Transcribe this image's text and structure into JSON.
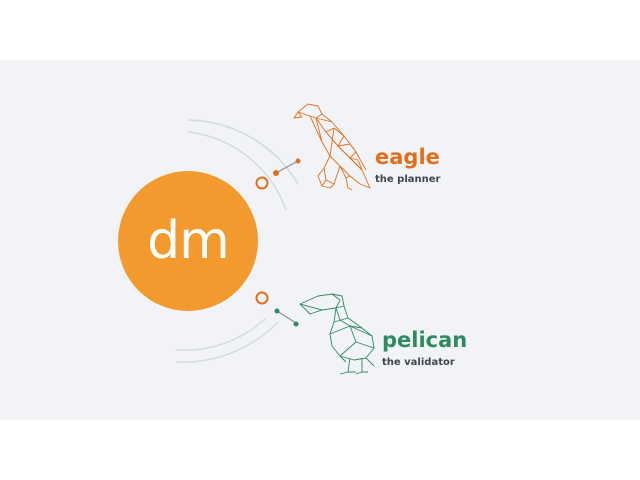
{
  "logo": {
    "text": "dm",
    "color": "#f29a2e"
  },
  "agents": [
    {
      "name": "eagle",
      "role": "the planner",
      "color": "#e0701d",
      "icon": "eagle-icon"
    },
    {
      "name": "pelican",
      "role": "the validator",
      "color": "#2f8a60",
      "icon": "pelican-icon"
    }
  ]
}
